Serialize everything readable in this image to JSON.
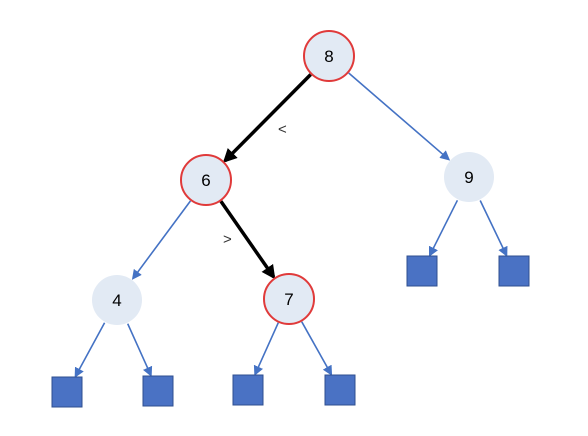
{
  "colors": {
    "node_fill": "#e2eaf4",
    "highlight_stroke": "#e03a3a",
    "edge_normal": "#4472c4",
    "edge_highlight": "#000000",
    "leaf_fill": "#4a72c4",
    "leaf_stroke": "#2f4f8f"
  },
  "nodes": [
    {
      "id": "n8",
      "label": "8",
      "highlighted": true
    },
    {
      "id": "n6",
      "label": "6",
      "highlighted": true
    },
    {
      "id": "n9",
      "label": "9",
      "highlighted": false
    },
    {
      "id": "n4",
      "label": "4",
      "highlighted": false
    },
    {
      "id": "n7",
      "label": "7",
      "highlighted": true
    }
  ],
  "leaves": [
    "l9a",
    "l9b",
    "l4a",
    "l4b",
    "l7a",
    "l7b"
  ],
  "edges": [
    {
      "from": "n8",
      "to": "n6",
      "highlighted": true
    },
    {
      "from": "n8",
      "to": "n9",
      "highlighted": false
    },
    {
      "from": "n6",
      "to": "n4",
      "highlighted": false
    },
    {
      "from": "n6",
      "to": "n7",
      "highlighted": true
    },
    {
      "from": "n9",
      "to": "l9a",
      "highlighted": false
    },
    {
      "from": "n9",
      "to": "l9b",
      "highlighted": false
    },
    {
      "from": "n4",
      "to": "l4a",
      "highlighted": false
    },
    {
      "from": "n4",
      "to": "l4b",
      "highlighted": false
    },
    {
      "from": "n7",
      "to": "l7a",
      "highlighted": false
    },
    {
      "from": "n7",
      "to": "l7b",
      "highlighted": false
    }
  ],
  "edge_labels": {
    "left": "<",
    "right": ">"
  }
}
